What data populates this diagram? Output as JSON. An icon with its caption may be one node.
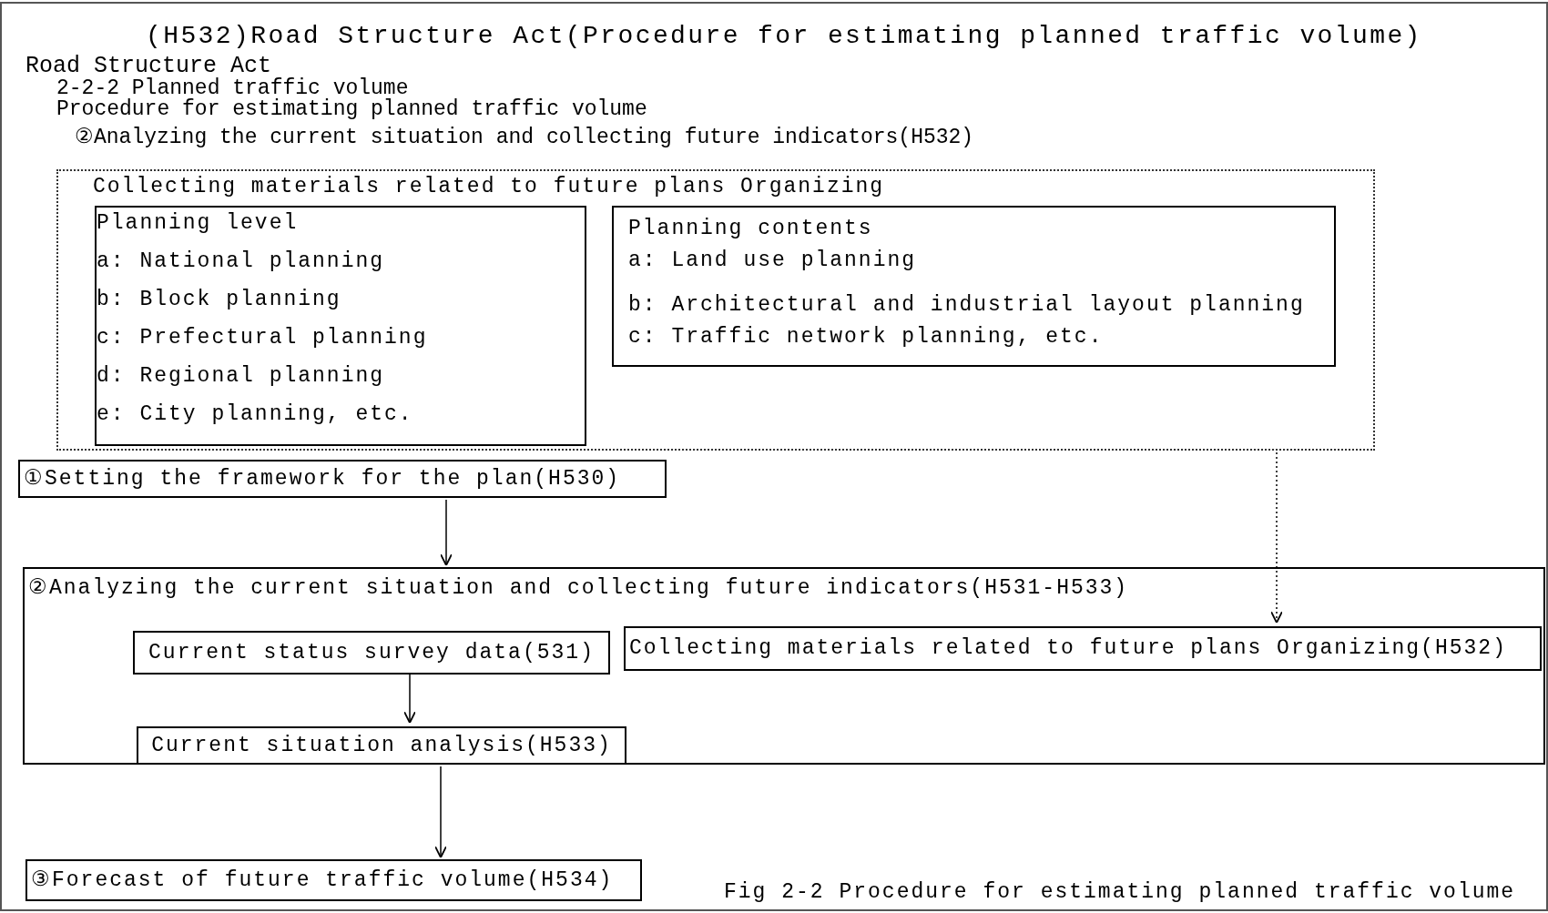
{
  "diagram": {
    "title": "(H532)Road Structure Act(Procedure for estimating planned traffic volume)",
    "caption": "Fig 2-2 Procedure for estimating planned traffic volume",
    "nodes": [
      {
        "text": [
          "Collecting materials related to future plans Organizing"
        ]
      },
      {
        "text": [
          "Planning level",
          "a: National planning",
          "b: Block planning",
          "c: Prefectural planning",
          "d: Regional planning",
          "e: City planning, etc."
        ],
        "in": 0
      },
      {
        "text": [
          "Planning contents",
          "a: Land use planning",
          "b: Architectural and industrial layout planning",
          "c: Traffic network planning, etc."
        ],
        "in": 0
      },
      {
        "text": [
          "①Setting the framework for the plan(H530)"
        ]
      },
      {
        "text": [
          "②Analyzing the current situation and collecting future indicators(H531-H533)"
        ]
      },
      {
        "text": [
          "Current status survey data(531)"
        ],
        "in": 4
      },
      {
        "text": [
          "Collecting materials related to future plans Organizing(H532)"
        ],
        "in": 4
      },
      {
        "text": [
          "Current situation analysis(H533)"
        ],
        "in": 4
      },
      {
        "text": [
          "③Forecast of future traffic volume(H534)"
        ]
      }
    ],
    "edges": [
      {
        "from": 3,
        "to": 4,
        "arrow": "to"
      },
      {
        "from": 0,
        "to": 6,
        "arrow": "to",
        "style": "dashed"
      },
      {
        "from": 5,
        "to": 7,
        "arrow": "to"
      },
      {
        "from": 4,
        "to": 8,
        "arrow": "to"
      }
    ],
    "labels": [
      "Road Structure Act",
      "2-2-2 Planned traffic volume",
      "Procedure for estimating planned traffic volume",
      "②Analyzing the current situation and collecting future indicators(H532)"
    ]
  }
}
